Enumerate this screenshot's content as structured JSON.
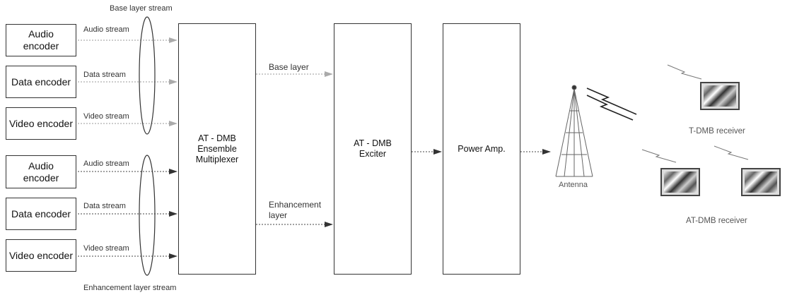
{
  "labels": {
    "base_layer_stream": "Base layer stream",
    "enhancement_layer_stream": "Enhancement layer stream",
    "base_layer": "Base layer",
    "enhancement_layer": "Enhancement\nlayer",
    "antenna": "Antenna",
    "t_dmb_receiver": "T-DMB receiver",
    "at_dmb_receiver": "AT-DMB receiver"
  },
  "base_group": {
    "encoders": [
      "Audio\nencoder",
      "Data encoder",
      "Video encoder"
    ],
    "streams": [
      "Audio stream",
      "Data stream",
      "Video stream"
    ]
  },
  "enh_group": {
    "encoders": [
      "Audio\nencoder",
      "Data encoder",
      "Video encoder"
    ],
    "streams": [
      "Audio stream",
      "Data stream",
      "Video stream"
    ]
  },
  "blocks": {
    "multiplexer": "AT - DMB\nEnsemble\nMultiplexer",
    "exciter": "AT - DMB\nExciter",
    "amplifier": "Power Amp."
  }
}
